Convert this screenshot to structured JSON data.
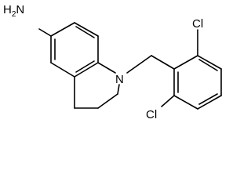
{
  "molecule": {
    "labels": {
      "nh2": "H2N",
      "n1": "N",
      "cl_top": "Cl",
      "cl_bottom": "Cl"
    },
    "colors": {
      "bond": "#000000",
      "text": "#000000",
      "background": "#ffffff"
    }
  }
}
